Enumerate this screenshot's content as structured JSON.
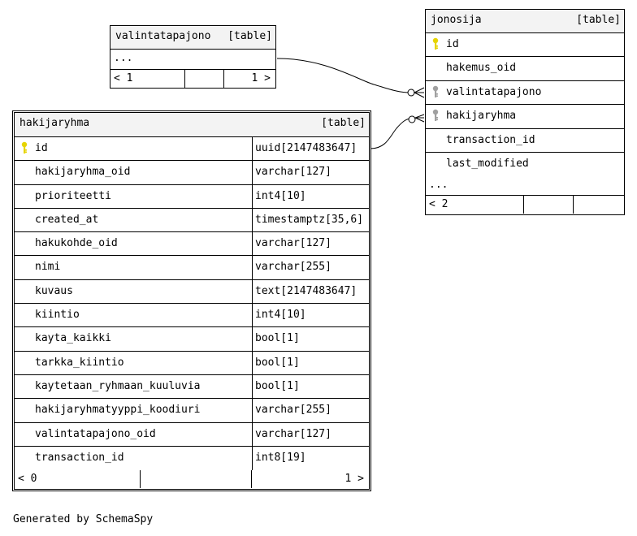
{
  "valintatapajono": {
    "name": "valintatapajono",
    "kind": "[table]",
    "ellipsis": "...",
    "footer_left": "< 1",
    "footer_right": "1 >"
  },
  "jonosija": {
    "name": "jonosija",
    "kind": "[table]",
    "columns": [
      {
        "name": "id",
        "key": "primary"
      },
      {
        "name": "hakemus_oid",
        "key": "none"
      },
      {
        "name": "valintatapajono",
        "key": "foreign"
      },
      {
        "name": "hakijaryhma",
        "key": "foreign"
      },
      {
        "name": "transaction_id",
        "key": "none"
      },
      {
        "name": "last_modified",
        "key": "none"
      }
    ],
    "ellipsis": "...",
    "footer_left": "< 2"
  },
  "hakijaryhma": {
    "name": "hakijaryhma",
    "kind": "[table]",
    "columns": [
      {
        "name": "id",
        "type": "uuid[2147483647]",
        "key": "primary"
      },
      {
        "name": "hakijaryhma_oid",
        "type": "varchar[127]",
        "key": "none"
      },
      {
        "name": "prioriteetti",
        "type": "int4[10]",
        "key": "none"
      },
      {
        "name": "created_at",
        "type": "timestamptz[35,6]",
        "key": "none"
      },
      {
        "name": "hakukohde_oid",
        "type": "varchar[127]",
        "key": "none"
      },
      {
        "name": "nimi",
        "type": "varchar[255]",
        "key": "none"
      },
      {
        "name": "kuvaus",
        "type": "text[2147483647]",
        "key": "none"
      },
      {
        "name": "kiintio",
        "type": "int4[10]",
        "key": "none"
      },
      {
        "name": "kayta_kaikki",
        "type": "bool[1]",
        "key": "none"
      },
      {
        "name": "tarkka_kiintio",
        "type": "bool[1]",
        "key": "none"
      },
      {
        "name": "kaytetaan_ryhmaan_kuuluvia",
        "type": "bool[1]",
        "key": "none"
      },
      {
        "name": "hakijaryhmatyyppi_koodiuri",
        "type": "varchar[255]",
        "key": "none"
      },
      {
        "name": "valintatapajono_oid",
        "type": "varchar[127]",
        "key": "none"
      },
      {
        "name": "transaction_id",
        "type": "int8[19]",
        "key": "none"
      }
    ],
    "footer_left": "< 0",
    "footer_right": "1 >"
  },
  "footer_text": "Generated by SchemaSpy",
  "colors": {
    "primary_key": "#e6d400",
    "foreign_key": "#a0a0a0",
    "header_bg": "#f3f3f3"
  }
}
